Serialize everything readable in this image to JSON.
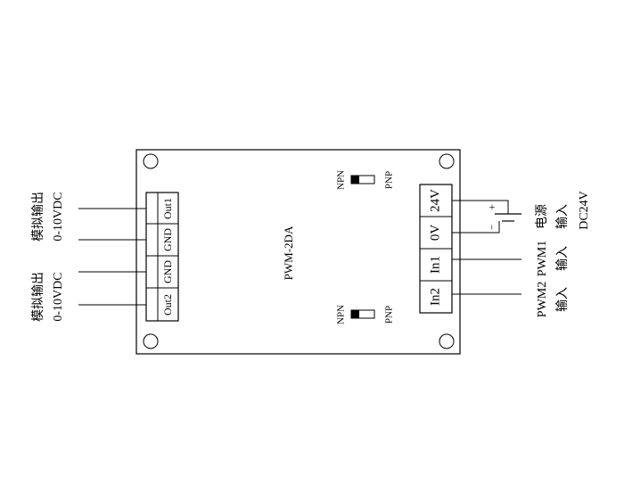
{
  "board": {
    "model": "PWM-2DA"
  },
  "switches": [
    {
      "top_label": "NPN",
      "bottom_label": "PNP"
    },
    {
      "top_label": "NPN",
      "bottom_label": "PNP"
    }
  ],
  "left_terminals": [
    "Out1",
    "GND",
    "GND",
    "Out2"
  ],
  "right_terminals": [
    "24V",
    "0V",
    "In1",
    "In2"
  ],
  "left_labels": {
    "out1_name": "模拟输出",
    "out1_range": "0-10VDC",
    "out2_name": "模拟输出",
    "out2_range": "0-10VDC"
  },
  "right_labels": {
    "power_name": "电源",
    "power_input": "输入",
    "power_voltage": "DC24V",
    "pwm1_name": "PWM1",
    "pwm1_input": "输入",
    "pwm2_name": "PWM2",
    "pwm2_input": "输入"
  },
  "battery_symbols": {
    "plus": "+",
    "minus": "−"
  }
}
